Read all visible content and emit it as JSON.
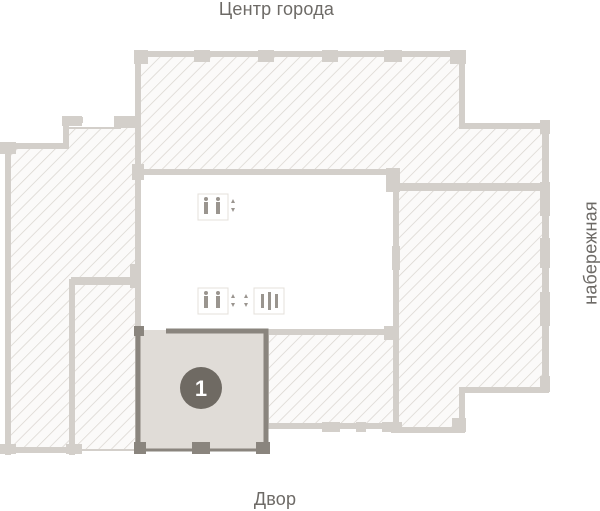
{
  "labels": {
    "top": "Центр города",
    "bottom": "Двор",
    "right": "набережная"
  },
  "unit": {
    "number": "1",
    "status": "selected"
  },
  "icons": [
    "restroom-icon",
    "elevator-icon",
    "restroom-icon",
    "elevator-icon",
    "stairs-icon"
  ],
  "colors": {
    "hatch": "#d6d2cc",
    "wall": "#d3cfca",
    "wall_dark": "#8a857e",
    "selected_fill": "#e0dcd7",
    "badge": "#6f6a63",
    "label": "#6d6a66"
  }
}
